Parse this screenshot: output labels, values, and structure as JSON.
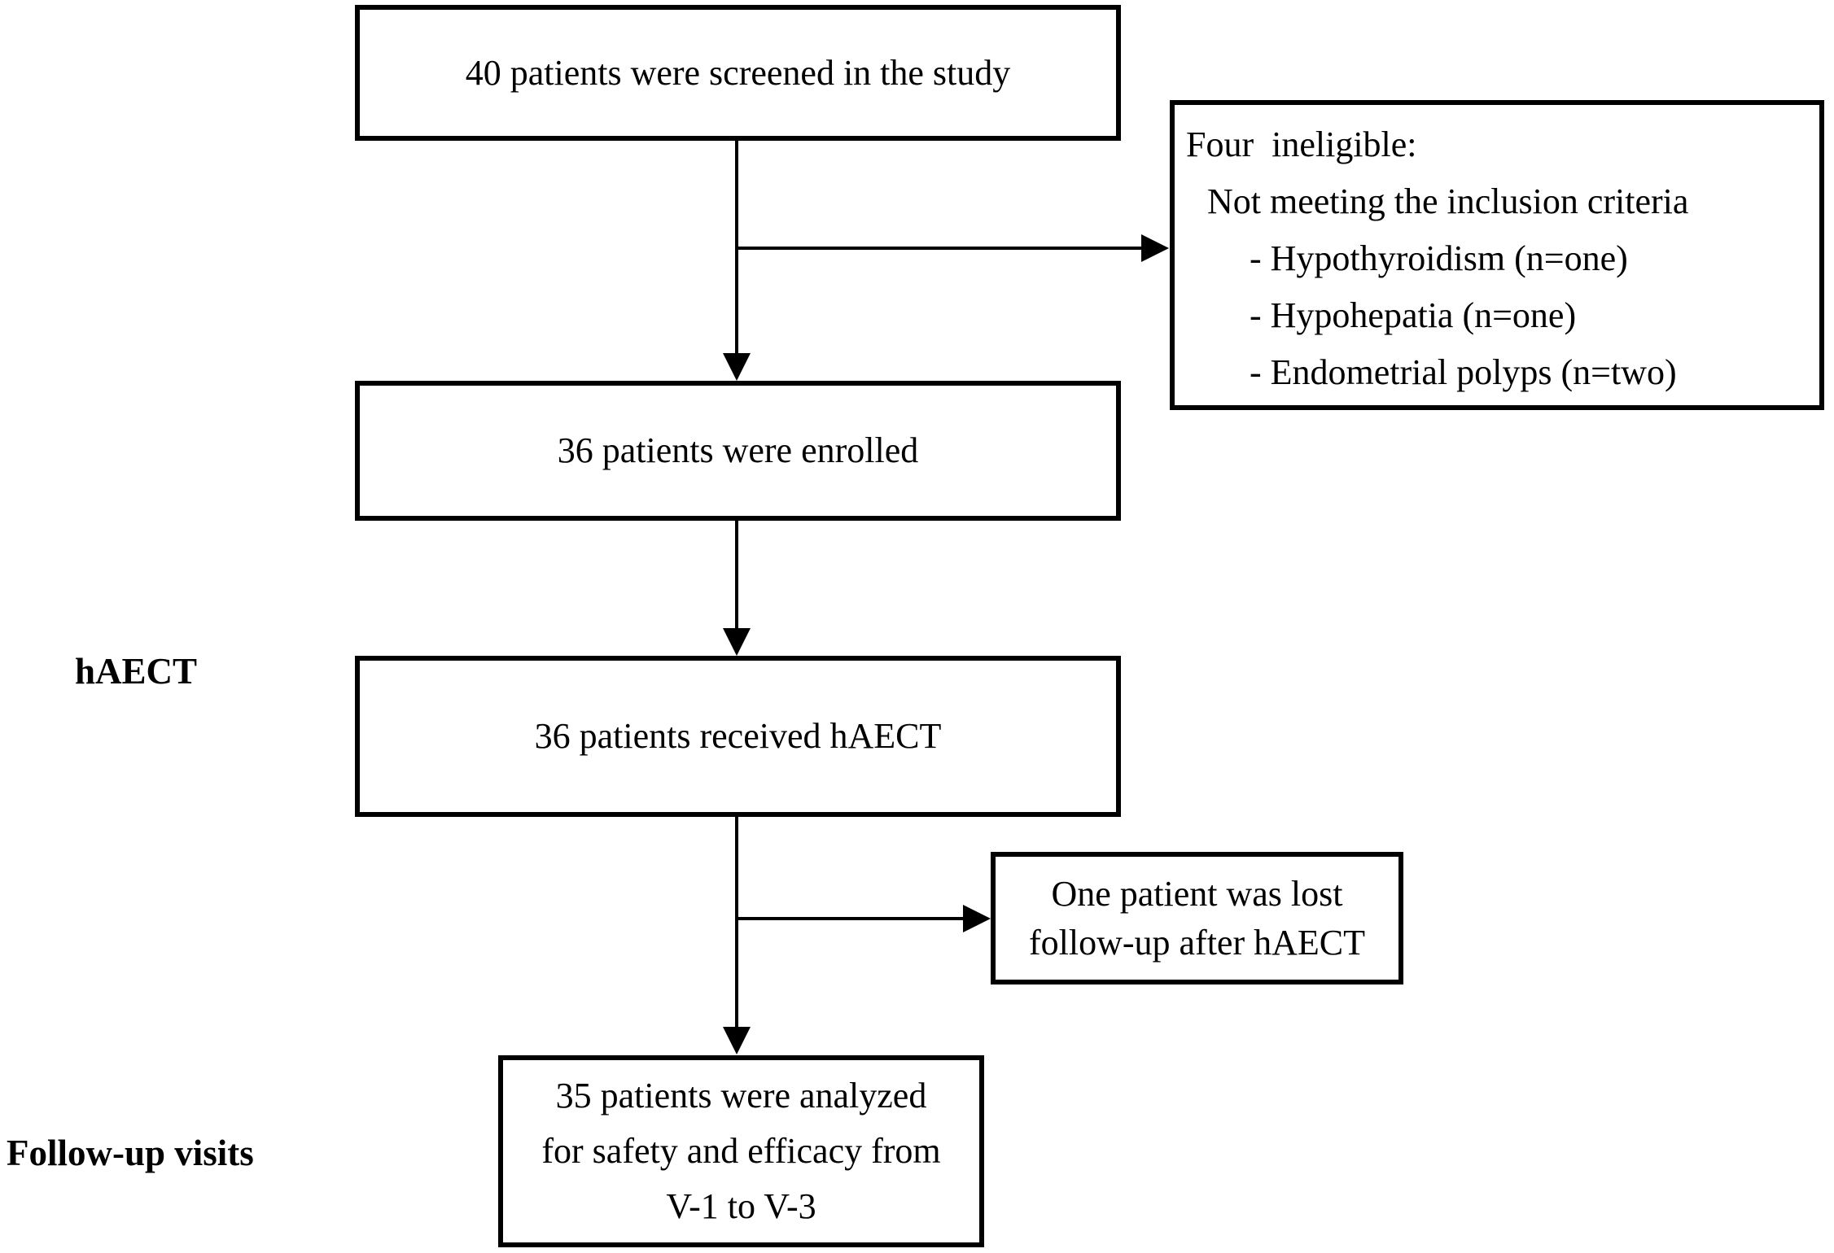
{
  "diagram": {
    "type": "patient-flow-chart",
    "colors": {
      "background": "#ffffff",
      "ink": "#000000"
    },
    "nodes": {
      "screened": {
        "text": "40 patients were screened in the study"
      },
      "ineligible": {
        "lines": [
          "Four  ineligible:",
          "Not meeting the inclusion criteria",
          "- Hypothyroidism (n=one)",
          "- Hypohepatia (n=one)",
          "- Endometrial polyps (n=two)"
        ]
      },
      "enrolled": {
        "text": "36 patients were enrolled"
      },
      "received": {
        "text": "36 patients received hAECT"
      },
      "lost": {
        "lines": [
          "One patient was lost",
          "follow-up after hAECT"
        ]
      },
      "analyzed": {
        "lines": [
          "35 patients were analyzed",
          "for safety and efficacy from",
          "V-1 to V-3"
        ]
      }
    },
    "side_labels": {
      "haect": "hAECT",
      "followup": "Follow-up visits"
    }
  }
}
